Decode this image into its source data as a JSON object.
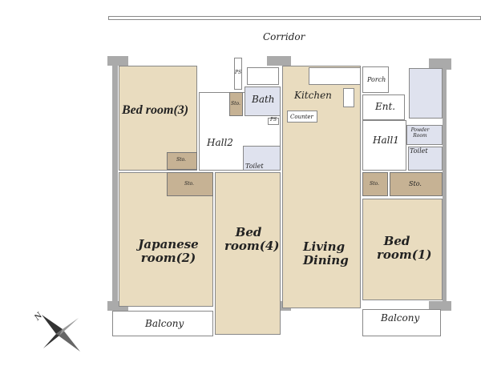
{
  "title": "Floor plan",
  "colors": {
    "room": "#e9dcbf",
    "storage": "#c6b294",
    "wet": "#dfe2ee",
    "wall": "#aaaaaa"
  },
  "labels": {
    "corridor": "Corridor",
    "bedroom3": "Bed room(3)",
    "bath": "Bath",
    "sto_bath": "Sto.",
    "ps1": "PS",
    "ps2": "PS",
    "kitchen": "Kitchen",
    "counter": "Counter",
    "porch": "Porch",
    "ent": "Ent.",
    "hall2": "Hall2",
    "hall1": "Hall1",
    "toilet_left": "Toilet",
    "powder_room": "Powder Room",
    "toilet_right": "Toilet",
    "sto_bed3": "Sto.",
    "sto_jp": "Sto.",
    "sto_right_small": "Sto.",
    "sto_right_big": "Sto.",
    "japanese_room": "Japanese room(2)",
    "bedroom4": "Bed room(4)",
    "living": "Living Dining",
    "bedroom1": "Bed room(1)",
    "balcony_left": "Balcony",
    "balcony_right": "Balcony",
    "north": "N"
  }
}
